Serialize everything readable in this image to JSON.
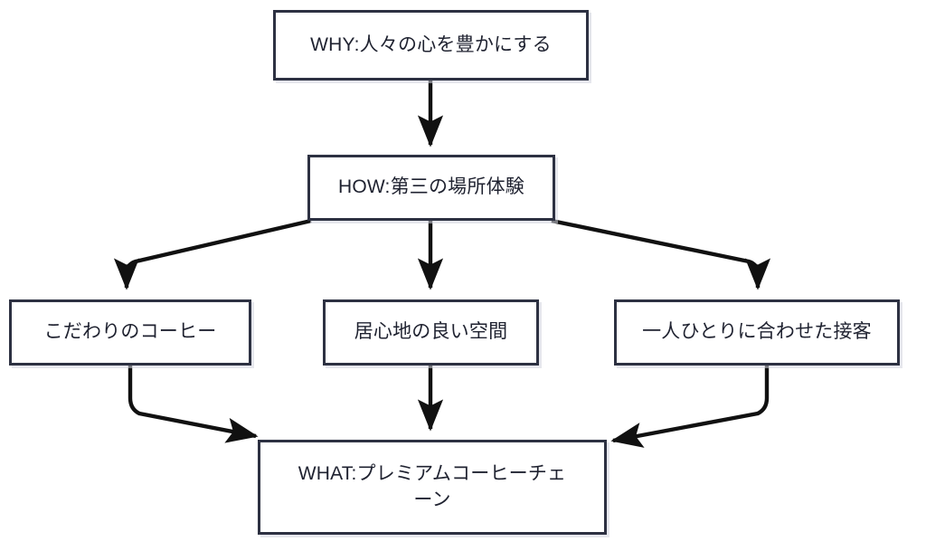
{
  "diagram": {
    "type": "flowchart",
    "title": "Golden Circle flowchart (WHY / HOW / WHAT)",
    "colors": {
      "background": "#ffffff",
      "node_fill": "#ffffff",
      "node_border": "#2d3142",
      "edge": "#111111",
      "text": "#1f2230"
    },
    "nodes": [
      {
        "id": "why",
        "label": "WHY:人々の心を豊かにする"
      },
      {
        "id": "how",
        "label": "HOW:第三の場所体験"
      },
      {
        "id": "v1",
        "label": "こだわりのコーヒー"
      },
      {
        "id": "v2",
        "label": "居心地の良い空間"
      },
      {
        "id": "v3",
        "label": "一人ひとりに合わせた接客"
      },
      {
        "id": "what",
        "label": "WHAT:プレミアムコーヒーチェ\nーン"
      }
    ],
    "edges": [
      {
        "from": "why",
        "to": "how",
        "style": "straight-down"
      },
      {
        "from": "how",
        "to": "v1",
        "style": "elbow-left"
      },
      {
        "from": "how",
        "to": "v2",
        "style": "straight-down"
      },
      {
        "from": "how",
        "to": "v3",
        "style": "elbow-right"
      },
      {
        "from": "v1",
        "to": "what",
        "style": "elbow-right"
      },
      {
        "from": "v2",
        "to": "what",
        "style": "straight-down"
      },
      {
        "from": "v3",
        "to": "what",
        "style": "elbow-left"
      }
    ]
  }
}
